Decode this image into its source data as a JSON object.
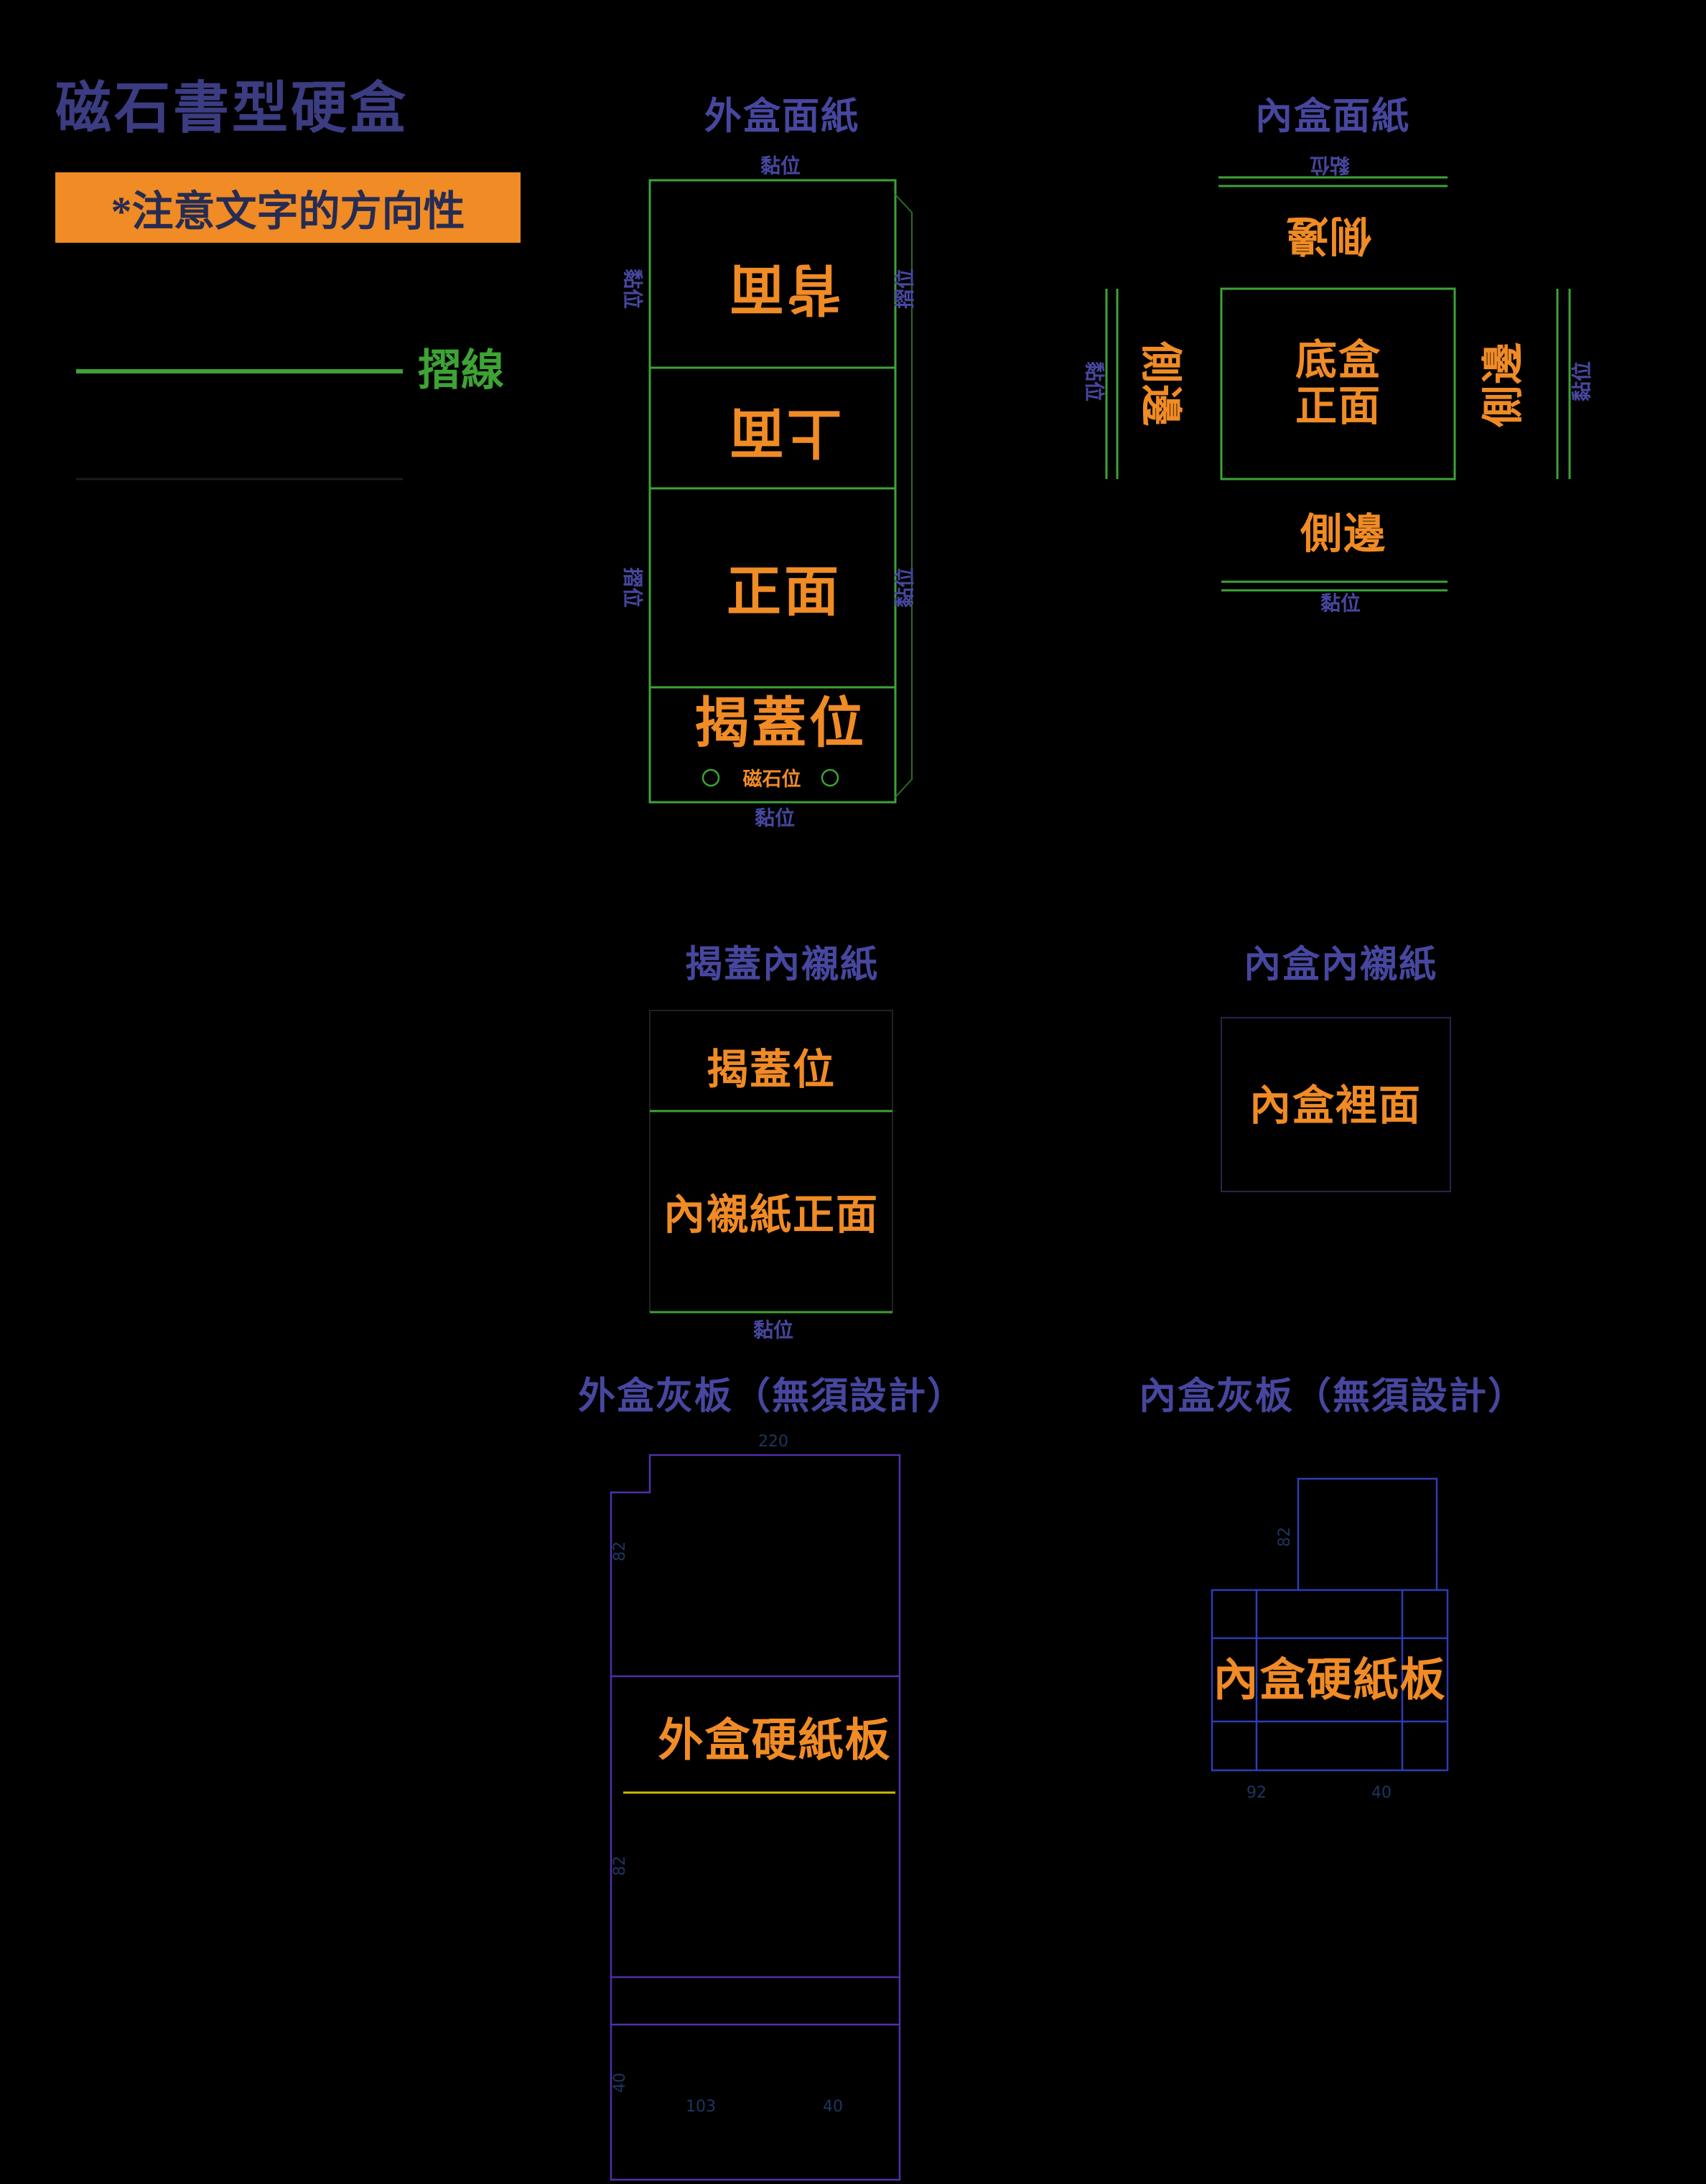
{
  "title": "磁石書型硬盒",
  "note": "*注意文字的方向性",
  "legend": {
    "fold_line": "摺線"
  },
  "colors": {
    "orange": "#f08b25",
    "purple": "#4747a0",
    "green": "#3da335",
    "yellow": "#c9bc00",
    "violet": "#5a35bd",
    "blue": "#3040c0",
    "background": "#000000"
  },
  "outer_face": {
    "title": "外盒面紙",
    "glue_top": "黏位",
    "glue_side_tl": "黏位",
    "fold_side_tr": "摺位",
    "back_panel": "背面",
    "top_panel": "上面",
    "fold_side_ml": "摺位",
    "glue_side_mr": "黏位",
    "front_panel": "正面",
    "lid_flap": "揭蓋位",
    "magnet_pos": "磁石位",
    "glue_bottom": "黏位"
  },
  "inner_face": {
    "title": "內盒面紙",
    "glue_top": "黏位",
    "side_top": "側邊",
    "glue_left": "黏位",
    "side_left": "側邊",
    "base_line1": "底盒",
    "base_line2": "正面",
    "side_right": "側邊",
    "glue_right": "黏位",
    "side_bottom": "側邊",
    "glue_bottom": "黏位"
  },
  "lid_liner": {
    "title": "揭蓋內襯紙",
    "lid_flap": "揭蓋位",
    "front": "內襯紙正面",
    "glue_bottom": "黏位"
  },
  "inner_liner": {
    "title": "內盒內襯紙",
    "inside": "內盒裡面"
  },
  "outer_board": {
    "title": "外盒灰板（無須設計）",
    "label": "外盒硬紙板",
    "dim_top": "220",
    "dim_left_1": "82",
    "dim_left_2": "82",
    "dim_left_3": "40",
    "dim_bottom_1": "103",
    "dim_bottom_2": "40"
  },
  "inner_board": {
    "title": "內盒灰板（無須設計）",
    "label": "內盒硬紙板",
    "dim_top": "82",
    "dim_bottom_1": "92",
    "dim_bottom_2": "40"
  }
}
